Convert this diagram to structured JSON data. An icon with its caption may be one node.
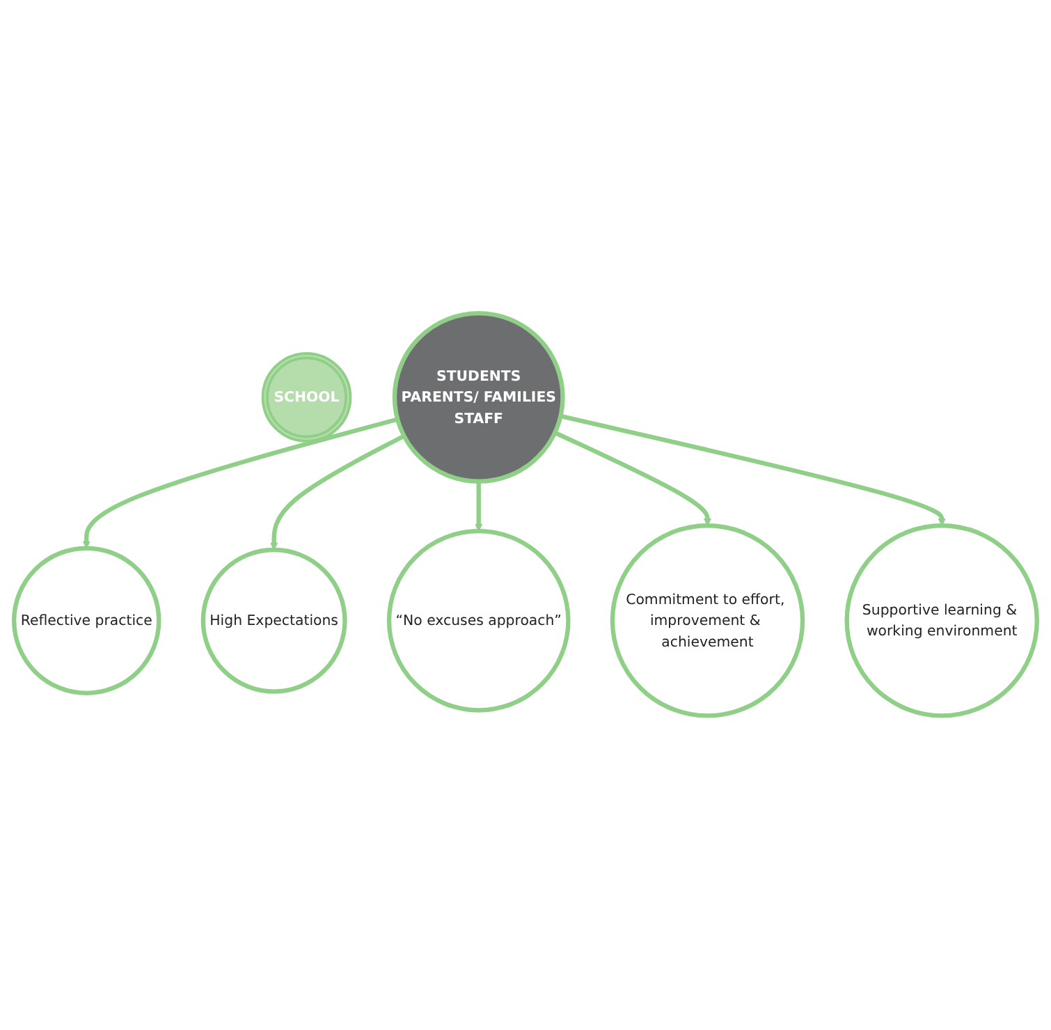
{
  "diagram": {
    "nodes": [
      {
        "text": [
          "SCHOOL"
        ]
      },
      {
        "text": [
          "Reflective practice"
        ]
      },
      {
        "text": [
          "High Expectations"
        ]
      },
      {
        "text": [
          "STUDENTS",
          "PARENTS/ FAMILIES",
          "STAFF"
        ]
      },
      {
        "text": [
          "“No excuses approach”"
        ]
      },
      {
        "text": [
          "Commitment to effort, improvement & achievement"
        ]
      },
      {
        "text": [
          "Supportive learning & working environment"
        ]
      }
    ],
    "edges": [
      {
        "from": 3,
        "to": 1,
        "arrow": "to"
      },
      {
        "from": 3,
        "to": 2,
        "arrow": "to"
      },
      {
        "from": 3,
        "to": 4,
        "arrow": "to"
      },
      {
        "from": 3,
        "to": 5,
        "arrow": "to"
      },
      {
        "from": 3,
        "to": 6,
        "arrow": "to"
      }
    ]
  }
}
